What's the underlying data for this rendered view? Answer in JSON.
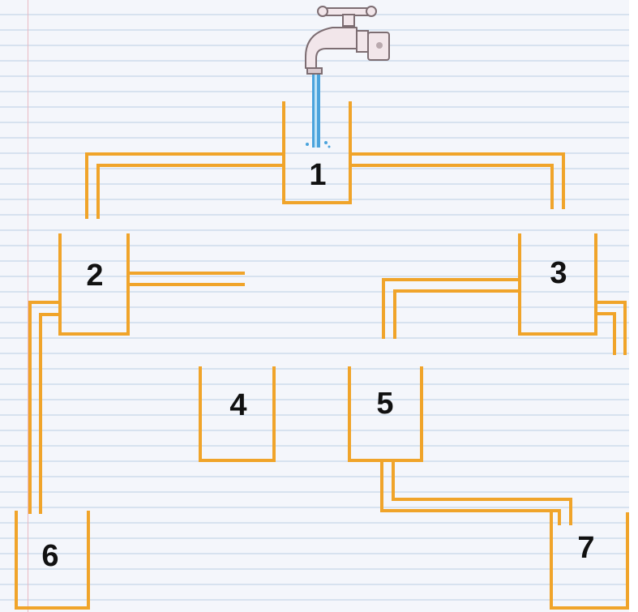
{
  "colors": {
    "pipe": "#f0a42a",
    "water": "#4aa3dc",
    "paper": "#f4f6fb",
    "rule_line": "#d7e2ef",
    "margin_line": "#e9b9c2",
    "faucet_body": "#f2e6ea",
    "faucet_outline": "#7d6d72",
    "label": "#111111"
  },
  "icons": [
    "faucet-icon",
    "water-stream"
  ],
  "containers": [
    {
      "id": "1",
      "label": "1"
    },
    {
      "id": "2",
      "label": "2"
    },
    {
      "id": "3",
      "label": "3"
    },
    {
      "id": "4",
      "label": "4"
    },
    {
      "id": "5",
      "label": "5"
    },
    {
      "id": "6",
      "label": "6"
    },
    {
      "id": "7",
      "label": "7"
    }
  ]
}
